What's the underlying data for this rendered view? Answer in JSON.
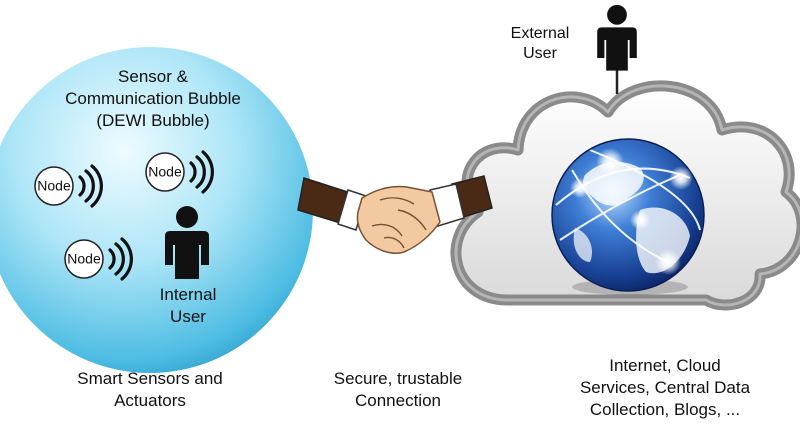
{
  "bubble": {
    "title_line1": "Sensor &",
    "title_line2": "Communication Bubble",
    "title_line3": "(DEWI Bubble)",
    "node_label": "Node",
    "internal_user_line1": "Internal",
    "internal_user_line2": "User"
  },
  "external_user": {
    "line1": "External",
    "line2": "User"
  },
  "captions": {
    "left_line1": "Smart Sensors and",
    "left_line2": "Actuators",
    "middle_line1": "Secure, trustable",
    "middle_line2": "Connection",
    "right_line1": "Internet, Cloud",
    "right_line2": "Services, Central Data",
    "right_line3": "Collection, Blogs, ..."
  },
  "colors": {
    "bubble_light": "#e6f8fd",
    "bubble_mid": "#8fdaf2",
    "bubble_dark": "#36a9d6",
    "person": "#111111",
    "cloud_outline": "#8a8a8a",
    "globe_blue": "#1f4fa8",
    "dark_sleeve": "#4a2a14",
    "skin": "#f2c9a0"
  },
  "icons": [
    "person-icon",
    "node-icon",
    "signal-waves-icon",
    "cloud-icon",
    "globe-icon",
    "handshake-icon"
  ]
}
